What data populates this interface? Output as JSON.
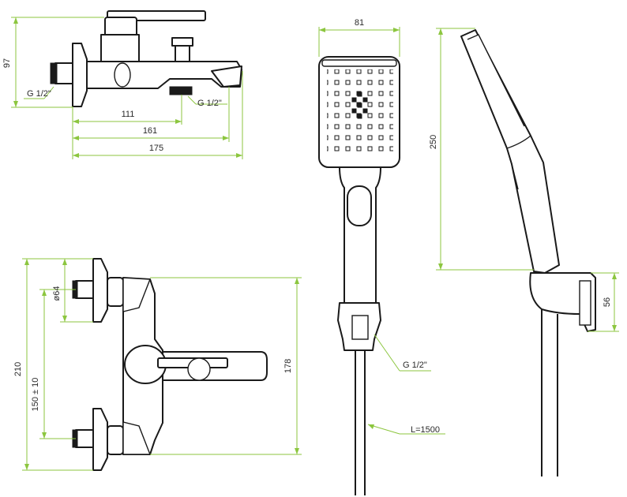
{
  "dimensions": {
    "side_height": "97",
    "side_thread_inlet": "G 1/2\"",
    "side_thread_outlet": "G 1/2\"",
    "side_len_1": "111",
    "side_len_2": "161",
    "side_len_3": "175",
    "front_total_height": "210",
    "front_spacing": "150 ± 10",
    "front_rosette_dia": "ø64",
    "front_depth": "178",
    "handshower_width": "81",
    "handshower_length": "250",
    "holder_height": "56",
    "hose_thread": "G 1/2\"",
    "hose_length": "L=1500"
  },
  "colors": {
    "dimension_line": "#8cc63f",
    "outline": "#1a1a1a"
  }
}
